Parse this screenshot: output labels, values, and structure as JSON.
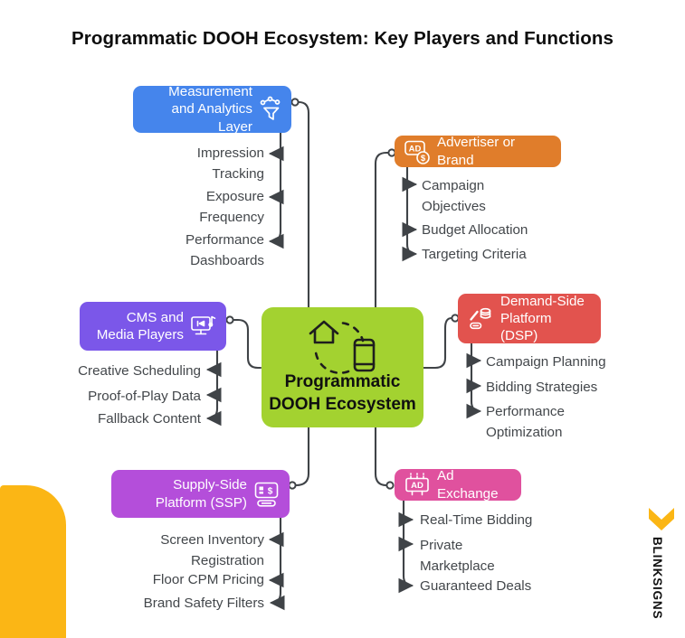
{
  "title": "Programmatic DOOH Ecosystem: Key Players and Functions",
  "center": {
    "label": "Programmatic DOOH Ecosystem",
    "color": "#a3d230",
    "icon": "house-phone-exchange-icon"
  },
  "nodes": [
    {
      "id": "measurement",
      "title": "Measurement and Analytics Layer",
      "color": "#4585ec",
      "icon": "funnel-network-icon",
      "items": [
        "Impression Tracking",
        "Exposure Frequency",
        "Performance Dashboards"
      ]
    },
    {
      "id": "advertiser",
      "title": "Advertiser or Brand",
      "color": "#e07d2b",
      "icon": "ad-dollar-icon",
      "items": [
        "Campaign Objectives",
        "Budget Allocation",
        "Targeting Criteria"
      ]
    },
    {
      "id": "cms",
      "title": "CMS and Media Players",
      "color": "#7b57e9",
      "icon": "media-player-icon",
      "items": [
        "Creative Scheduling",
        "Proof-of-Play Data",
        "Fallback Content"
      ]
    },
    {
      "id": "dsp",
      "title": "Demand-Side Platform (DSP)",
      "color": "#e2534e",
      "icon": "pencil-database-icon",
      "items": [
        "Campaign Planning",
        "Bidding Strategies",
        "Performance Optimization"
      ]
    },
    {
      "id": "ssp",
      "title": "Supply-Side Platform (SSP)",
      "color": "#b44eda",
      "icon": "screen-terminal-icon",
      "items": [
        "Screen Inventory Registration",
        "Floor CPM Pricing",
        "Brand Safety Filters"
      ]
    },
    {
      "id": "adx",
      "title": "Ad Exchange",
      "color": "#e0519e",
      "icon": "billboard-ad-icon",
      "items": [
        "Real-Time Bidding",
        "Private Marketplace",
        "Guaranteed Deals"
      ]
    }
  ],
  "brand": {
    "name": "BLINKSIGNS",
    "accent_color": "#fbb615"
  },
  "colors": {
    "connector": "#3f4347",
    "item_text": "#43474b",
    "title_text": "#0d0d0d"
  }
}
